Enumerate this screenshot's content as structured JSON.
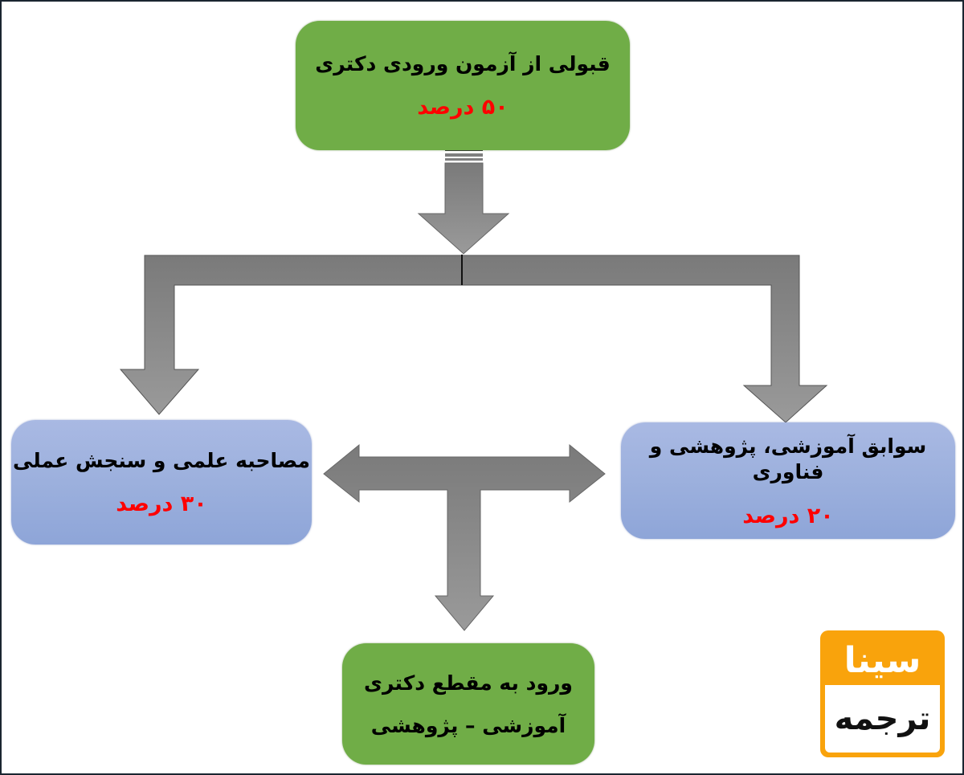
{
  "diagram": {
    "top_box": {
      "title": "قبولی از آزمون ورودی دکتری",
      "percentage": "۵۰ درصد",
      "color": "#70ad47"
    },
    "left_box": {
      "title": "مصاحبه علمی و سنجش عملی",
      "percentage": "۳۰ درصد",
      "color": "#9cb0dd"
    },
    "right_box": {
      "title": "سوابق آموزشی، پژوهشی و فناوری",
      "percentage": "۲۰ درصد",
      "color": "#9cb0dd"
    },
    "bottom_box": {
      "title": "ورود به مقطع دکتری",
      "subtitle": "آموزشی – پژوهشی",
      "color": "#70ad47"
    },
    "arrow_color": "#7f7f7f",
    "percentage_color": "#ff0000"
  },
  "logo": {
    "top_text": "سینا",
    "bottom_text": "ترجمه",
    "color": "#f9a30c"
  }
}
